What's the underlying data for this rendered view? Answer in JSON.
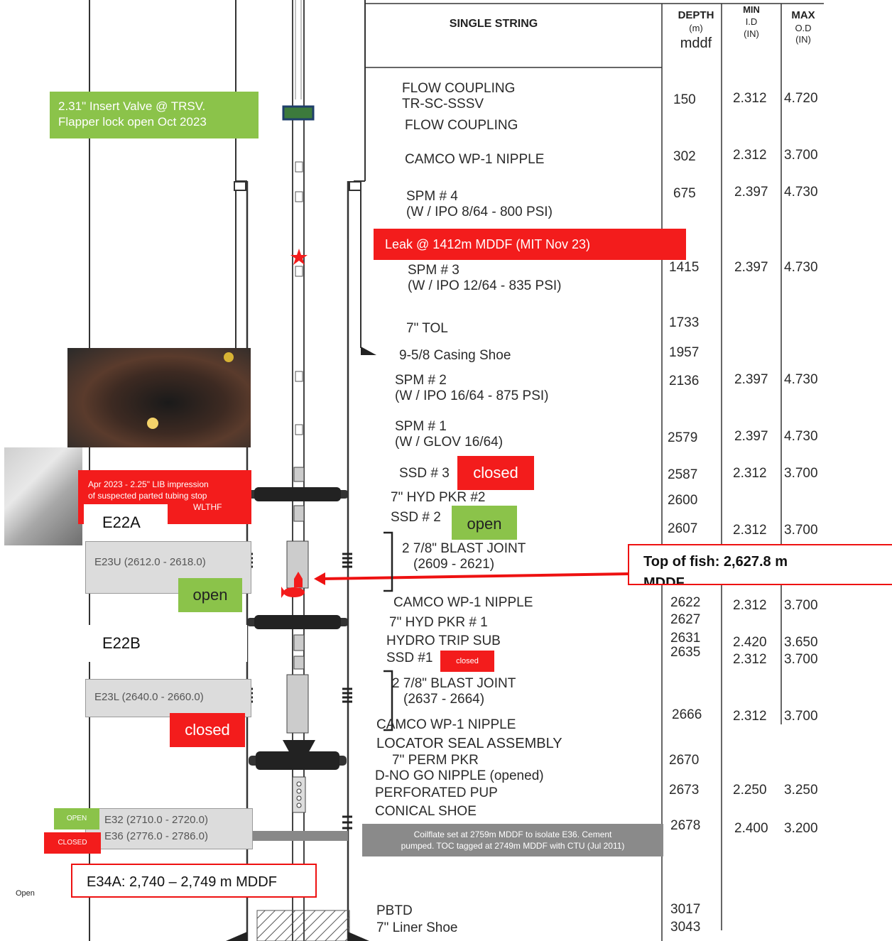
{
  "header": {
    "title": "SINGLE STRING",
    "depth_lines": [
      "DEPTH",
      "(m)",
      "mddf"
    ],
    "minid_lines": [
      "MIN",
      "I.D",
      "(IN)"
    ],
    "maxod_lines": [
      "MAX",
      "O.D",
      "(IN)"
    ]
  },
  "components": [
    {
      "lines": [
        "FLOW COUPLING",
        "TR-SC-SSSV"
      ],
      "depth": "150",
      "min_id": "2.312",
      "max_od": "4.720"
    },
    {
      "lines": [
        "FLOW COUPLING"
      ],
      "depth": "",
      "min_id": "",
      "max_od": ""
    },
    {
      "lines": [
        "CAMCO WP-1 NIPPLE"
      ],
      "depth": "302",
      "min_id": "2.312",
      "max_od": "3.700"
    },
    {
      "lines": [
        "SPM # 4",
        "(W / IPO 8/64 - 800 PSI)"
      ],
      "depth": "675",
      "min_id": "2.397",
      "max_od": "4.730"
    },
    {
      "lines": [
        "SPM # 3",
        "(W / IPO 12/64 - 835 PSI)"
      ],
      "depth": "1415",
      "min_id": "2.397",
      "max_od": "4.730"
    },
    {
      "lines": [
        "7\" TOL"
      ],
      "depth": "1733",
      "min_id": "",
      "max_od": ""
    },
    {
      "lines": [
        "9-5/8 Casing Shoe"
      ],
      "depth": "1957",
      "min_id": "",
      "max_od": ""
    },
    {
      "lines": [
        "SPM # 2",
        "(W / IPO 16/64 - 875 PSI)"
      ],
      "depth": "2136",
      "min_id": "2.397",
      "max_od": "4.730"
    },
    {
      "lines": [
        "SPM # 1",
        "(W / GLOV 16/64)"
      ],
      "depth": "2579",
      "min_id": "2.397",
      "max_od": "4.730"
    },
    {
      "lines": [
        "SSD # 3"
      ],
      "depth": "2587",
      "min_id": "2.312",
      "max_od": "3.700"
    },
    {
      "lines": [
        "7\" HYD PKR #2"
      ],
      "depth": "2600",
      "min_id": "",
      "max_od": ""
    },
    {
      "lines": [
        "SSD # 2"
      ],
      "depth": "2607",
      "min_id": "2.312",
      "max_od": "3.700"
    },
    {
      "lines": [
        "2 7/8\" BLAST JOINT",
        "(2609 - 2621)"
      ],
      "depth": "",
      "min_id": "",
      "max_od": ""
    },
    {
      "lines": [
        "CAMCO WP-1 NIPPLE"
      ],
      "depth": "2622",
      "min_id": "2.312",
      "max_od": "3.700"
    },
    {
      "lines": [
        "7\" HYD PKR # 1"
      ],
      "depth": "2627",
      "min_id": "",
      "max_od": ""
    },
    {
      "lines": [
        "HYDRO TRIP SUB"
      ],
      "depth": "2631",
      "min_id": "2.420",
      "max_od": "3.650"
    },
    {
      "lines": [
        "SSD #1"
      ],
      "depth": "2635",
      "min_id": "2.312",
      "max_od": "3.700"
    },
    {
      "lines": [
        "2 7/8\" BLAST JOINT",
        "(2637 - 2664)"
      ],
      "depth": "",
      "min_id": "",
      "max_od": ""
    },
    {
      "lines": [
        "CAMCO WP-1 NIPPLE"
      ],
      "depth": "2666",
      "min_id": "2.312",
      "max_od": "3.700"
    },
    {
      "lines": [
        "LOCATOR SEAL ASSEMBLY"
      ],
      "depth": "",
      "min_id": "",
      "max_od": ""
    },
    {
      "lines": [
        "7\" PERM PKR"
      ],
      "depth": "2670",
      "min_id": "",
      "max_od": ""
    },
    {
      "lines": [
        "D-NO GO NIPPLE (opened)"
      ],
      "depth": "",
      "min_id": "",
      "max_od": ""
    },
    {
      "lines": [
        "PERFORATED PUP"
      ],
      "depth": "2673",
      "min_id": "2.250",
      "max_od": "3.250"
    },
    {
      "lines": [
        "CONICAL SHOE"
      ],
      "depth": "2678",
      "min_id": "2.400",
      "max_od": "3.200"
    },
    {
      "lines": [
        "PBTD"
      ],
      "depth": "3017",
      "min_id": "",
      "max_od": ""
    },
    {
      "lines": [
        "7\" Liner Shoe"
      ],
      "depth": "3043",
      "min_id": "",
      "max_od": ""
    }
  ],
  "callouts": {
    "insert_valve": [
      "2.31\" Insert Valve @ TRSV.",
      "Flapper lock open Oct 2023"
    ],
    "leak": "Leak @ 1412m MDDF (MIT Nov 23)",
    "lib": [
      "Apr 2023 - 2.25\" LIB impression",
      "of suspected parted tubing stop",
      "WLTHF"
    ],
    "ssd3_status": "closed",
    "ssd2_status": "open",
    "ssd1_status": "closed",
    "e22a": "E22A",
    "e22b": "E22B",
    "fish": "Top of fish: 2,627.8 m",
    "fish_cut": "MDDF",
    "e23u_status": "open",
    "e23l_status": "closed",
    "coilflate": [
      "Coilflate set at 2759m MDDF to isolate E36. Cement",
      "pumped. TOC tagged at 2749m MDDF with CTU (Jul 2011)"
    ],
    "e34a": "E34A: 2,740 – 2,749 m MDDF",
    "open_small": "Open",
    "e32_status": "OPEN",
    "e36_status": "CLOSED"
  },
  "zones": {
    "e23u": "E23U (2612.0 - 2618.0)",
    "e23l": "E23L (2640.0 - 2660.0)",
    "e32": "E32 (2710.0 - 2720.0)",
    "e36": "E36 (2776.0 - 2786.0)"
  },
  "colors": {
    "green": "#8bc34a",
    "red": "#f31c1c",
    "zone_gray": "#dcdcdc"
  }
}
